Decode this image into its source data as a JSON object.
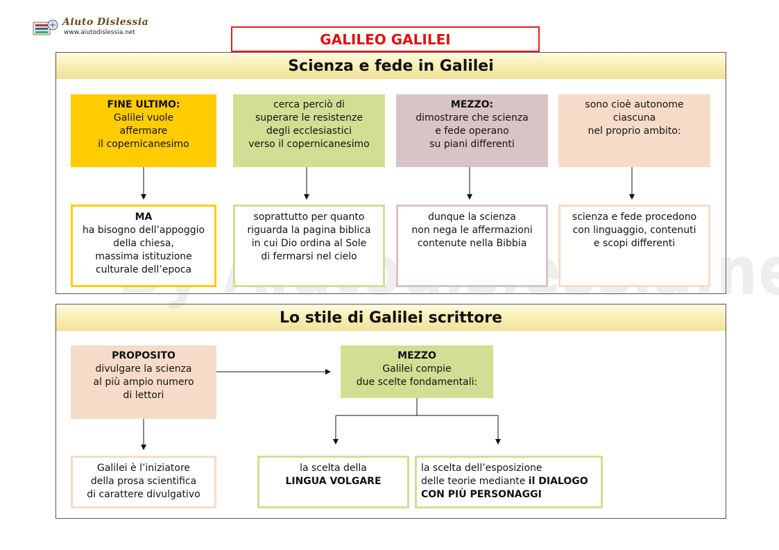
{
  "logo": {
    "name": "Aiuto Dislessia",
    "url": "www.aiutodislessia.net"
  },
  "title": "GALILEO GALILEI",
  "watermark": "By Aiutodislessia.net",
  "section1": {
    "heading": "Scienza e fede in Galilei",
    "top": [
      {
        "lines": [
          "FINE ULTIMO:",
          "Galilei vuole",
          "affermare",
          "il copernicanesimo"
        ]
      },
      {
        "lines": [
          "cerca perciò di",
          "superare le resistenze",
          "degli ecclesiastici",
          "verso il copernicanesimo"
        ]
      },
      {
        "lines": [
          "MEZZO:",
          "dimostrare che scienza",
          "e fede operano",
          "su piani differenti"
        ]
      },
      {
        "lines": [
          "sono cioè autonome",
          "ciascuna",
          "nel proprio ambito:"
        ]
      }
    ],
    "bottom": [
      {
        "lines": [
          "MA",
          "ha bisogno dell’appoggio",
          "della chiesa,",
          "massima istituzione",
          "culturale dell’epoca"
        ]
      },
      {
        "lines": [
          "soprattutto per quanto",
          "riguarda la pagina biblica",
          "in cui Dio ordina al Sole",
          "di fermarsi nel cielo"
        ]
      },
      {
        "lines": [
          "dunque la scienza",
          "non nega le affermazioni",
          "contenute nella Bibbia"
        ]
      },
      {
        "lines": [
          "scienza e fede procedono",
          "con linguaggio, contenuti",
          "e scopi differenti"
        ]
      }
    ]
  },
  "section2": {
    "heading": "Lo stile di Galilei scrittore",
    "proposito": {
      "lines": [
        "PROPOSITO",
        "divulgare la scienza",
        "al più ampio numero",
        "di lettori"
      ]
    },
    "mezzo": {
      "lines": [
        "MEZZO",
        "Galilei compie",
        "due scelte fondamentali:"
      ]
    },
    "iniziatore": {
      "lines": [
        "Galilei è l’iniziatore",
        "della prosa scientifica",
        "di carattere divulgativo"
      ]
    },
    "lingua": {
      "lines": [
        "la scelta della",
        "LINGUA VOLGARE"
      ]
    },
    "dialogo": {
      "line1": "la scelta dell’esposizione",
      "line2_plain": "delle teorie mediante ",
      "line2_bold": "il DIALOGO",
      "line3": "CON PIÙ PERSONAGGI"
    }
  }
}
